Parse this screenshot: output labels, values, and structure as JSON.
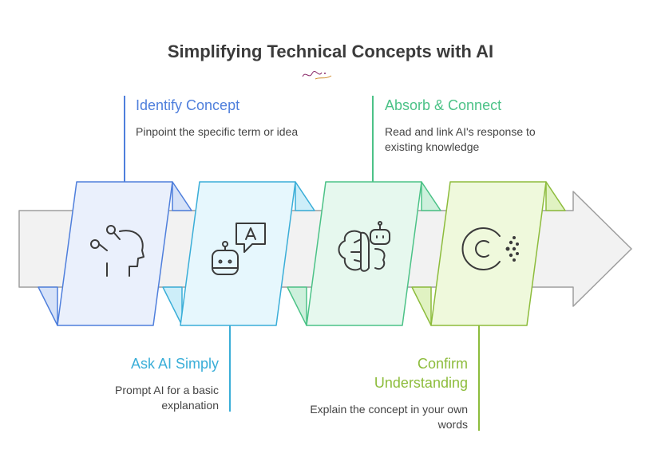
{
  "title": "Simplifying Technical Concepts with AI",
  "logo_icon": "signature-logo",
  "steps": [
    {
      "title": "Identify Concept",
      "description": "Pinpoint the specific term or idea",
      "icon": "head-network-icon",
      "color": "#4f7fdc",
      "fill": "#eaf0fc"
    },
    {
      "title": "Ask AI Simply",
      "description": "Prompt AI for a basic explanation",
      "icon": "robot-chat-icon",
      "color": "#3aaed8",
      "fill": "#e6f7fd"
    },
    {
      "title": "Absorb & Connect",
      "description": "Read and link AI's response to existing knowledge",
      "icon": "brain-robot-icon",
      "color": "#4cc287",
      "fill": "#e6f8ee"
    },
    {
      "title": "Confirm Understanding",
      "description": "Explain the concept in your own words",
      "icon": "partial-circle-icon",
      "color": "#8dbc3c",
      "fill": "#eff9dc"
    }
  ],
  "colors": {
    "arrow_fill": "#f2f2f2",
    "arrow_stroke": "#9e9e9e",
    "title": "#3b3b3b",
    "text": "#444444"
  }
}
